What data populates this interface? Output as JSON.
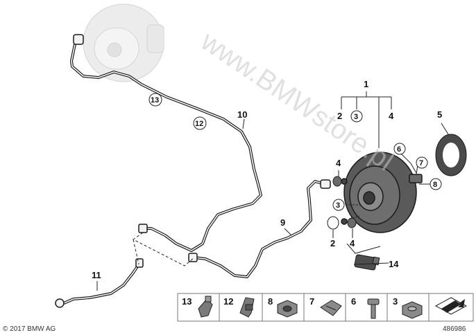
{
  "callouts": {
    "c1": "1",
    "c2": "2",
    "c3": "3",
    "c4": "4",
    "c5": "5",
    "c6": "6",
    "c7": "7",
    "c8": "8",
    "c9": "9",
    "c10": "10",
    "c11": "11",
    "c12": "12",
    "c13": "13",
    "c14": "14",
    "c2b": "2",
    "c3b": "3",
    "c4b": "4",
    "c4c": "4"
  },
  "legend": [
    "13",
    "12",
    "8",
    "7",
    "6",
    "3"
  ],
  "watermark": "www.BMWstore.pl",
  "copyright": "© 2017 BMW AG",
  "diagram_id": "486986",
  "colors": {
    "line": "#1a1a1a",
    "ghost": "#e6e6e6",
    "part": "#555555"
  }
}
